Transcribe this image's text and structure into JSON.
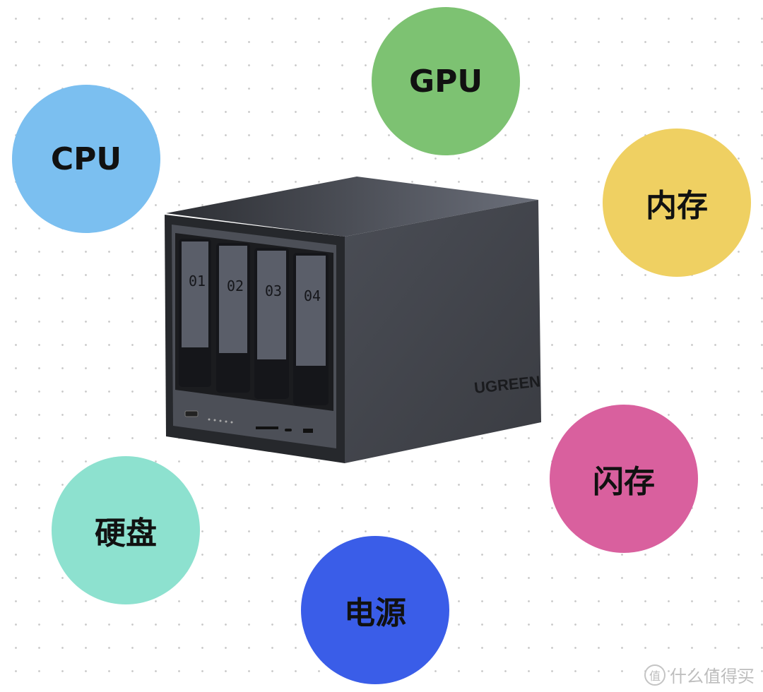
{
  "components": [
    {
      "id": "cpu",
      "label": "CPU",
      "color": "#7bbff0"
    },
    {
      "id": "gpu",
      "label": "GPU",
      "color": "#7dc272"
    },
    {
      "id": "memory",
      "label": "内存",
      "color": "#efd062"
    },
    {
      "id": "flash",
      "label": "闪存",
      "color": "#d9609e"
    },
    {
      "id": "hdd",
      "label": "硬盘",
      "color": "#8de1cf"
    },
    {
      "id": "power",
      "label": "电源",
      "color": "#3a5de8"
    }
  ],
  "device": {
    "brand": "UGREEN",
    "bays": [
      "01",
      "02",
      "03",
      "04"
    ]
  },
  "watermark": {
    "seal": "值",
    "text": "什么值得买"
  }
}
